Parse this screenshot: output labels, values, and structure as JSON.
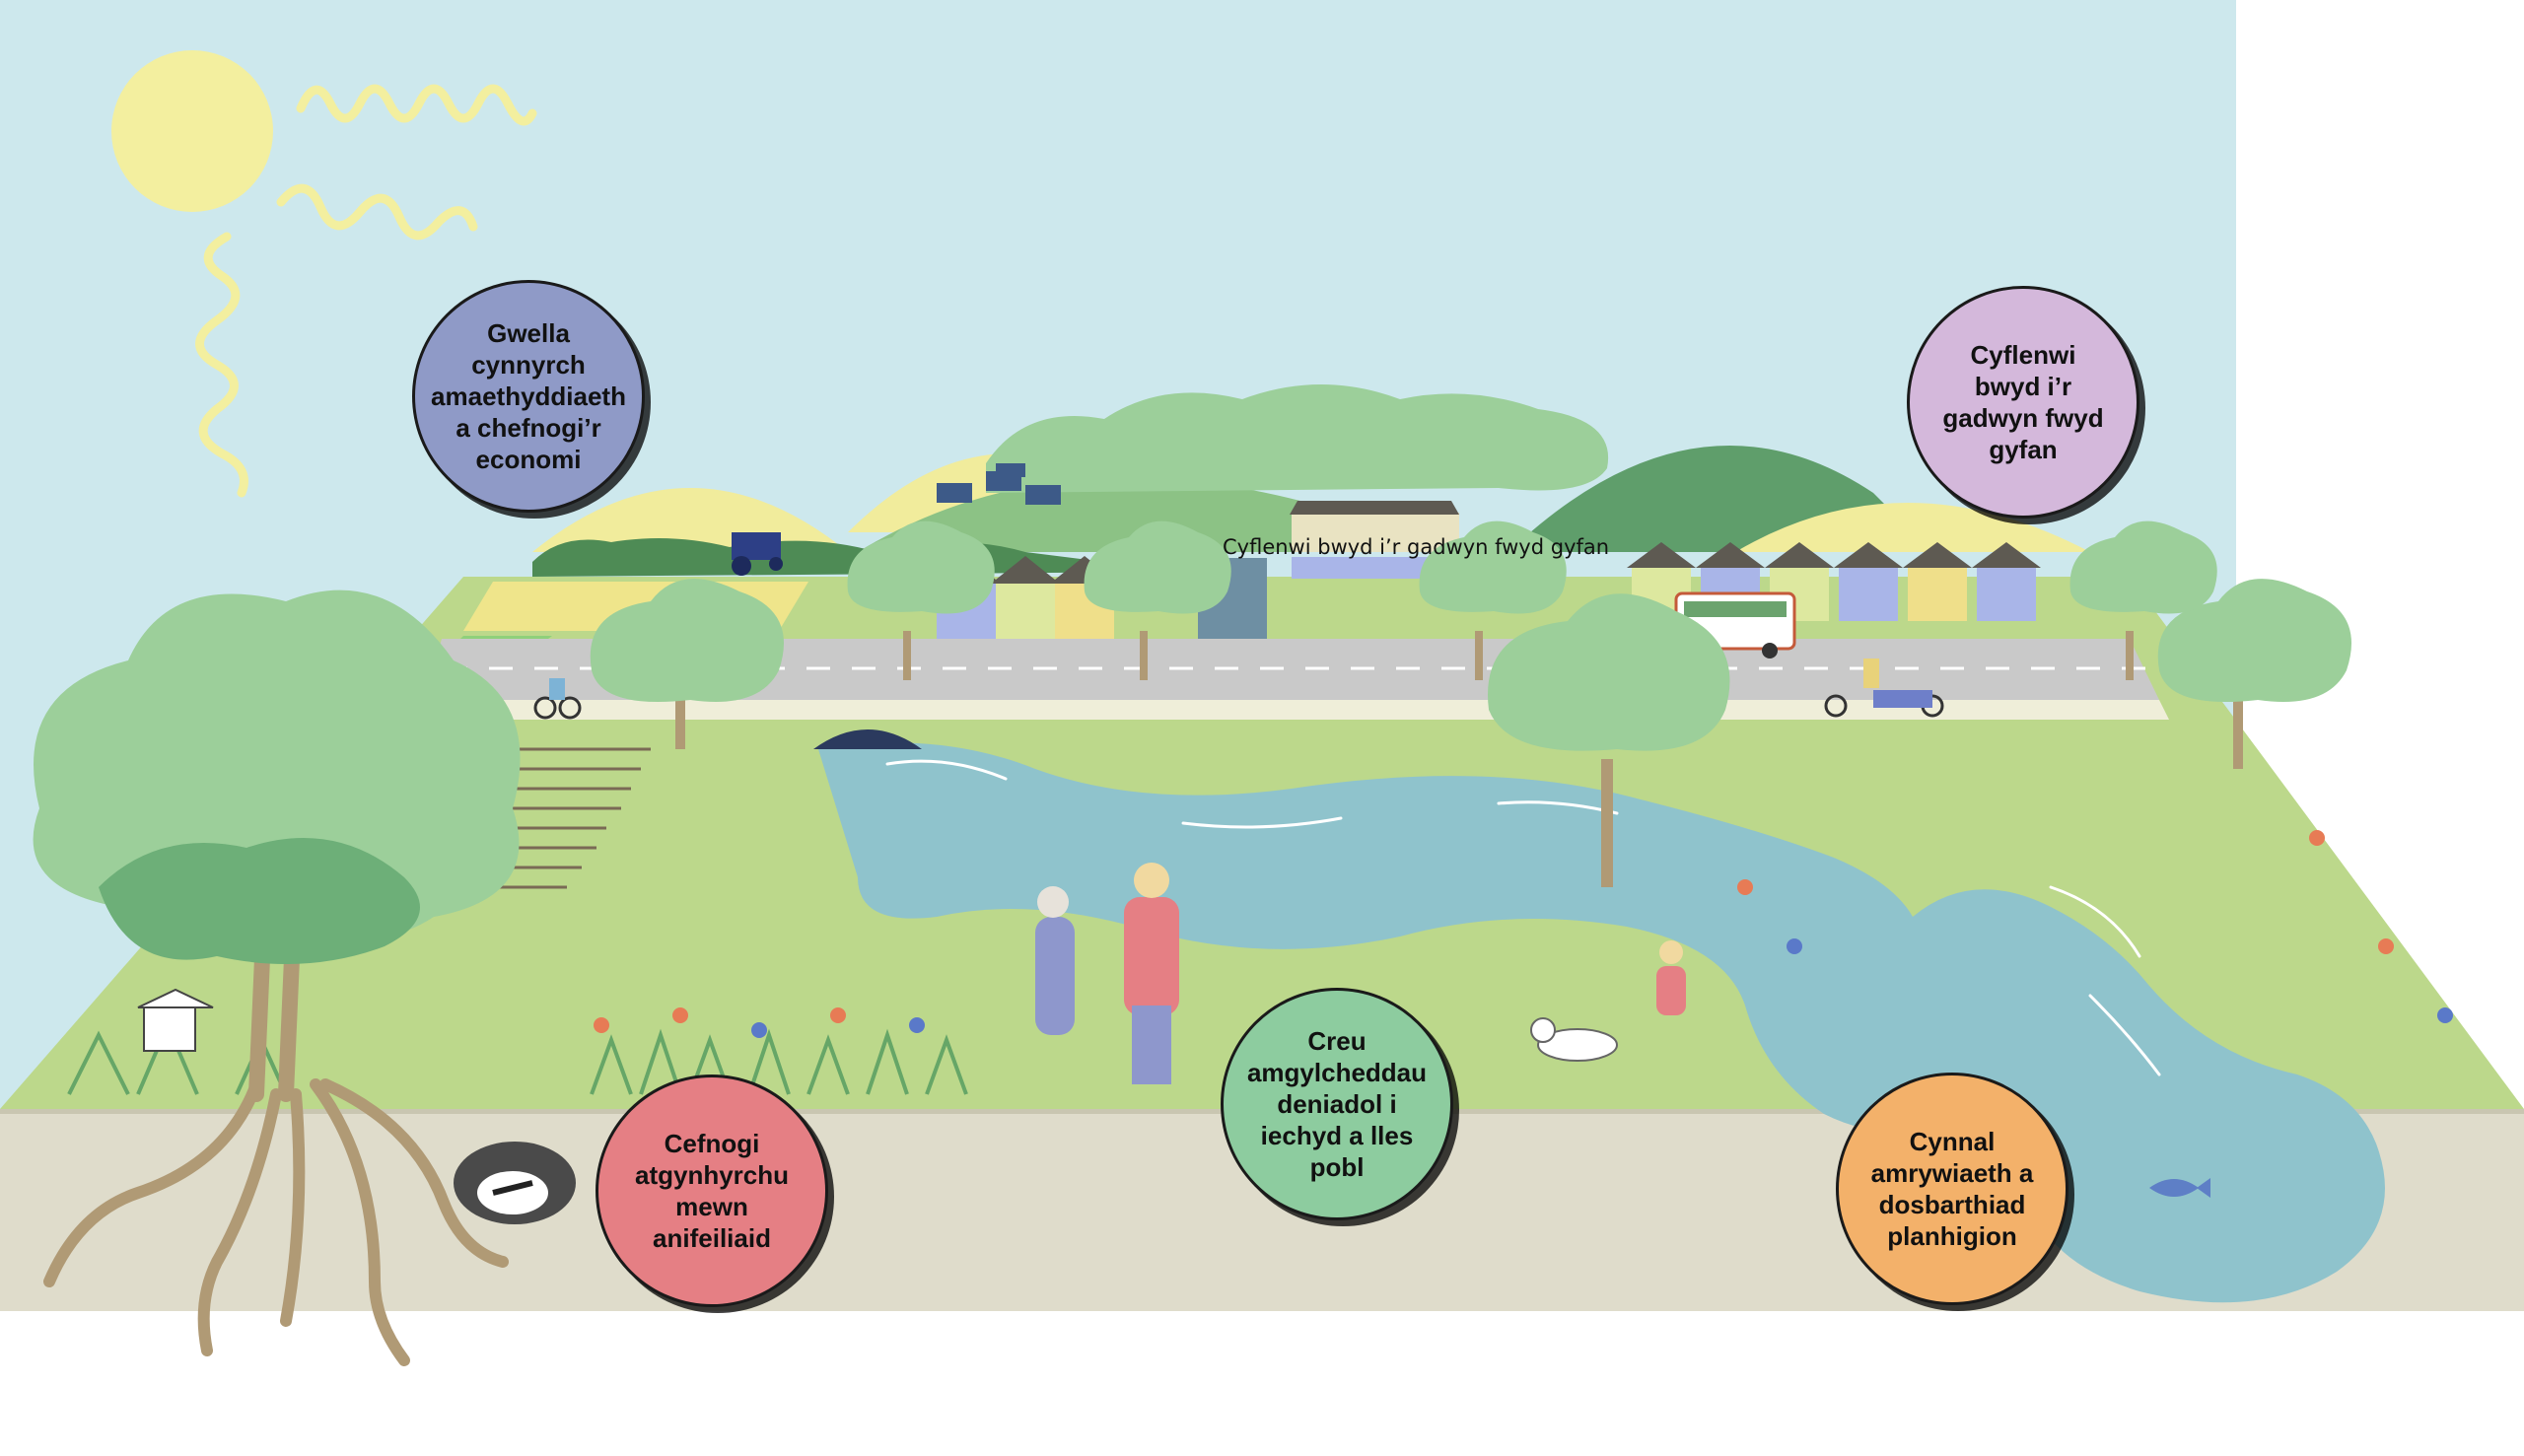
{
  "mid_caption": "Cyflenwi bwyd i’r gadwyn fwyd gyfan",
  "bubbles": [
    {
      "text": "Gwella\ncynnyrch\namaethyddiaeth\na chefnogi’r\neconomi",
      "color": "#8f9ac7"
    },
    {
      "text": "Cyflenwi\nbwyd i’r\ngadwyn fwyd\ngyfan",
      "color": "#d4b8db"
    },
    {
      "text": "Cefnogi\natgynhyrchu\nmewn\nanifeiliaid",
      "color": "#e57f84"
    },
    {
      "text": "Creu\namgylcheddau\ndeniadol i\niechyd a lles\npobl",
      "color": "#8dcc9f"
    },
    {
      "text": "Cynnal\namrywiaeth a\ndosbarthiad\nplanhigion",
      "color": "#f3b16a"
    }
  ],
  "colors": {
    "sky": "#cde8ed",
    "sun": "#f3ef9f",
    "grass": "#bcd88b",
    "soil": "#dfdccb",
    "water": "#8fc3cc",
    "road": "#c9c9c9",
    "tree_light": "#9ccf9a",
    "tree_dark": "#6daf78",
    "trunk": "#b09a75",
    "hill_dark": "#5f9e6b",
    "hill_yellow": "#f1ec9c"
  }
}
